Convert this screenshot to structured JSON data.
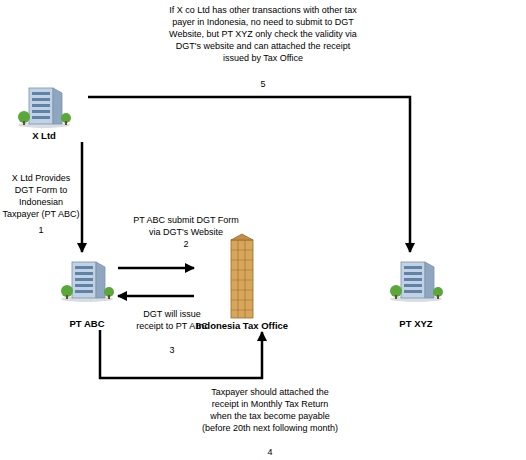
{
  "diagram": {
    "nodes": [
      {
        "text": [
          "X Ltd"
        ]
      },
      {
        "text": [
          "PT ABC"
        ]
      },
      {
        "text": [
          "Indonesia Tax Office"
        ]
      },
      {
        "text": [
          "PT XYZ"
        ]
      }
    ],
    "edges": [
      {
        "from": 0,
        "to": 1,
        "arrow": "to",
        "label": "X Ltd Provides DGT Form to Indonesian Taxpayer (PT ABC)"
      },
      {
        "from": 1,
        "to": 2,
        "arrow": "to",
        "label": "PT ABC submit DGT Form via DGT's Website"
      },
      {
        "from": 2,
        "to": 1,
        "arrow": "to",
        "label": "DGT will issue receipt to PT ABC"
      },
      {
        "from": 1,
        "to": 2,
        "arrow": "to",
        "label": "Taxpayer should attached the receipt in Monthly Tax Return when the tax become payable (before 20th next following month)"
      },
      {
        "from": 0,
        "to": 3,
        "arrow": "to",
        "label": "If X co Ltd has other transactions with other tax payer in Indonesia, no need to submit to DGT Website, but PT XYZ only check the validity via DGT's website and can attached the receipt issued by Tax Office"
      }
    ],
    "labels": [
      "1",
      "2",
      "3",
      "4",
      "5"
    ]
  }
}
